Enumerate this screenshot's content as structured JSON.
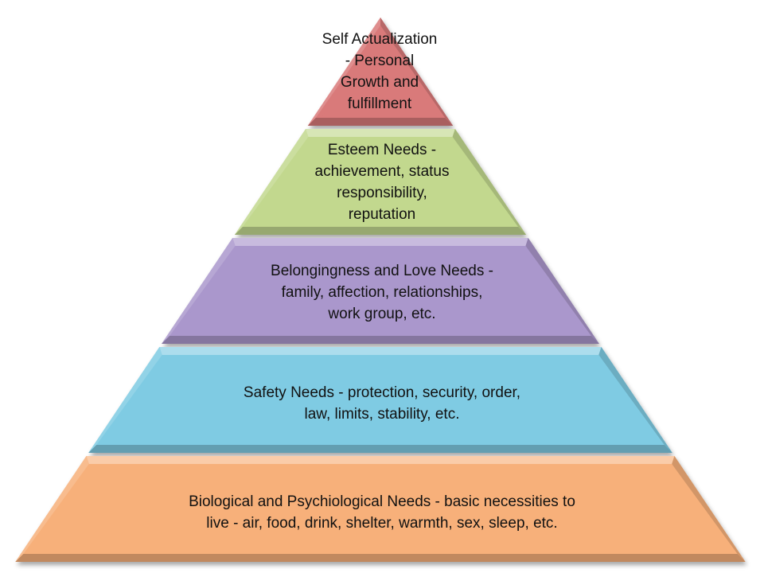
{
  "pyramid": {
    "levels": [
      {
        "id": "self-actualization",
        "lines": [
          "Self Actualization",
          "- Personal",
          "Growth and",
          "fulfillment"
        ],
        "color": "#d97a7a"
      },
      {
        "id": "esteem",
        "lines": [
          "Esteem Needs -",
          "achievement, status",
          "responsibility,",
          "reputation"
        ],
        "color": "#c2d88e"
      },
      {
        "id": "belongingness",
        "lines": [
          "Belongingness and Love Needs -",
          "family, affection, relationships,",
          "work group, etc."
        ],
        "color": "#aa97cc"
      },
      {
        "id": "safety",
        "lines": [
          "Safety Needs  - protection, security, order,",
          "law, limits, stability, etc."
        ],
        "color": "#7fcbe3"
      },
      {
        "id": "biological",
        "lines": [
          "Biological and Psychiological Needs - basic necessities to",
          "live - air, food, drink,  shelter, warmth, sex, sleep, etc."
        ],
        "color": "#f7b07a"
      }
    ]
  }
}
